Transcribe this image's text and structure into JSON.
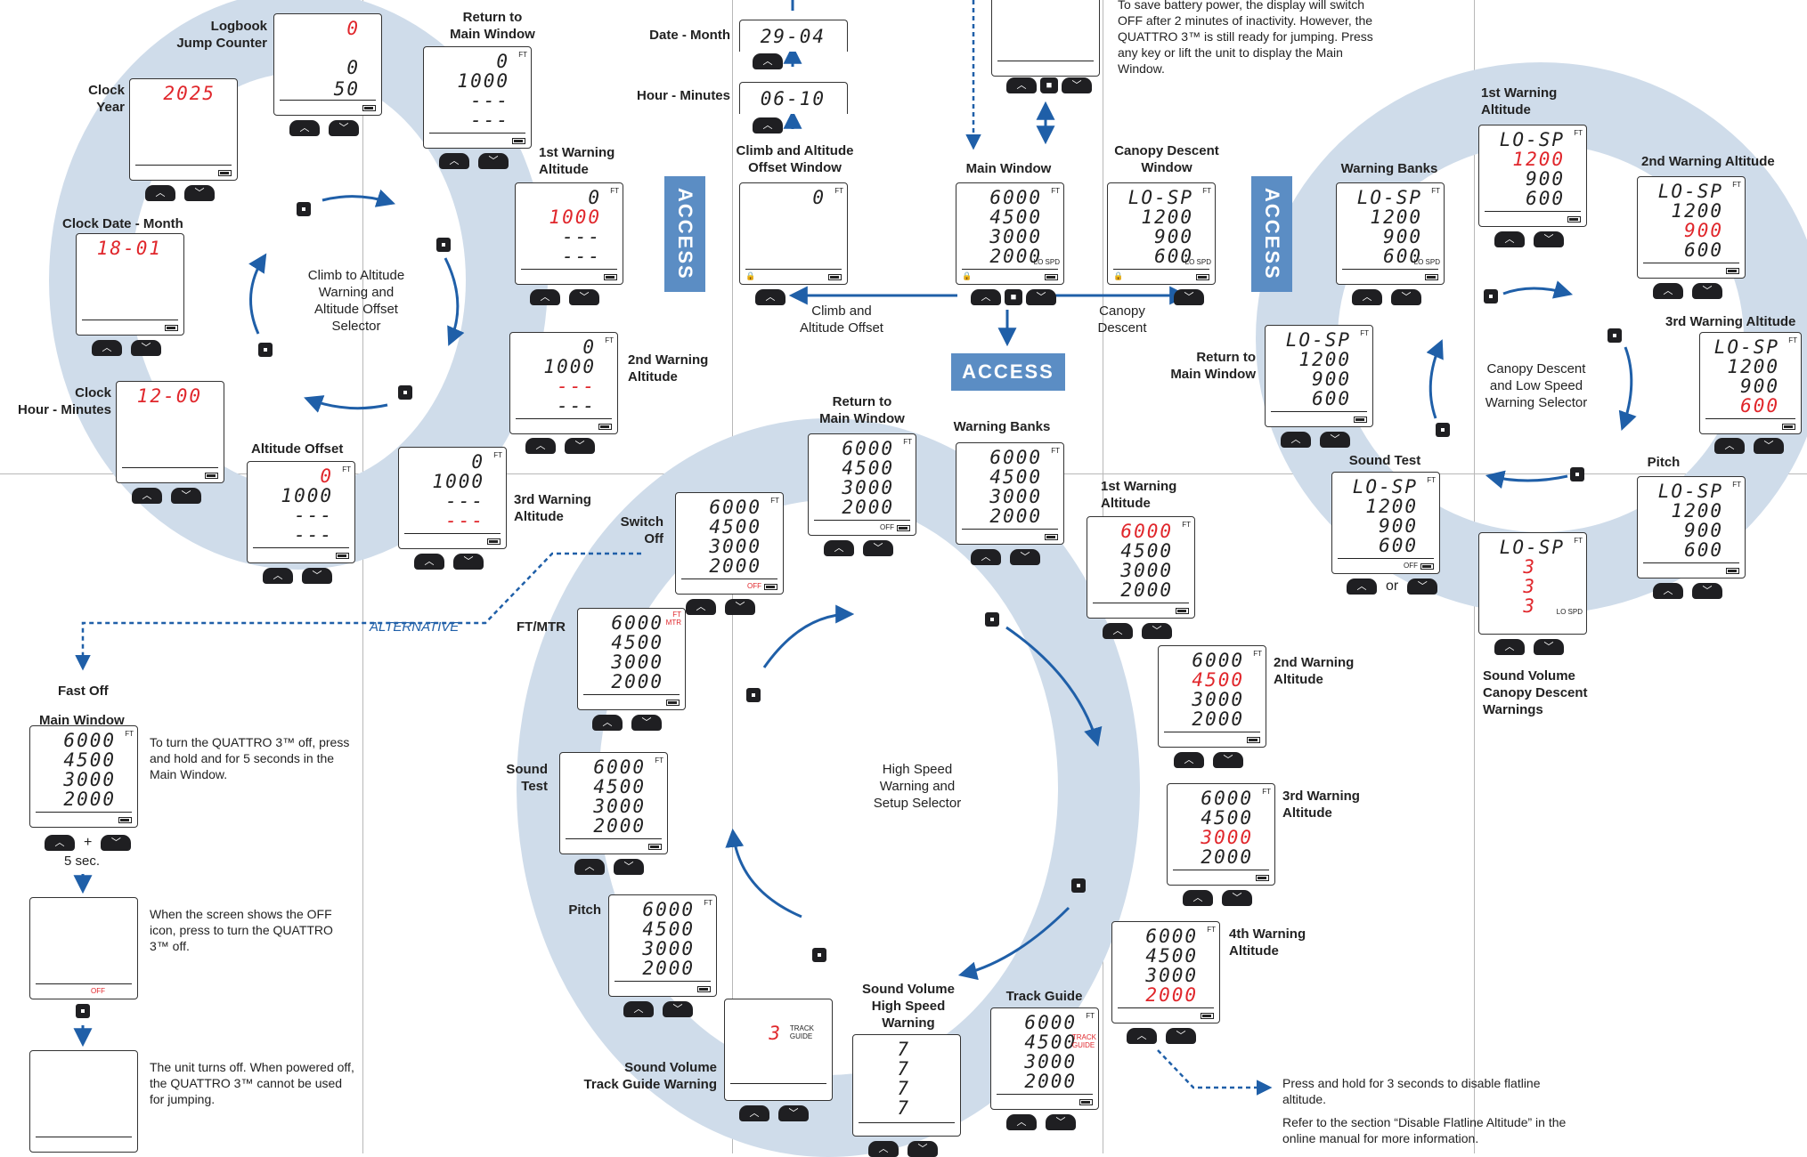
{
  "labels": {
    "logbook": "Logbook\nJump Counter",
    "return_main_tl": "Return to\nMain Window",
    "clock_year": "Clock\nYear",
    "first_warn_tl": "1st Warning\nAltitude",
    "clock_date": "Clock Date - Month",
    "second_warn_tl": "2nd Warning\nAltitude",
    "clock_hour": "Clock\nHour - Minutes",
    "altitude_offset": "Altitude Offset",
    "third_warn_tl": "3rd Warning\nAltitude",
    "date_month": "Date - Month",
    "hour_minutes": "Hour - Minutes",
    "climb_window": "Climb and Altitude\nOffset Window",
    "main_window": "Main Window",
    "canopy_window": "Canopy Descent\nWindow",
    "climb_arrow": "Climb and\nAltitude Offset",
    "canopy_arrow": "Canopy\nDescent",
    "warning_banks_tr": "Warning Banks",
    "first_warn_tr": "1st Warning\nAltitude",
    "second_warn_tr": "2nd Warning Altitude",
    "third_warn_tr": "3rd Warning Altitude",
    "return_main_tr": "Return to\nMain Window",
    "pitch_tr": "Pitch",
    "sound_test_tr": "Sound Test",
    "sound_vol_canopy": "Sound Volume\nCanopy Descent\nWarnings",
    "or": "or",
    "return_main_c": "Return to\nMain Window",
    "warning_banks_c": "Warning Banks",
    "first_warn_c": "1st Warning\nAltitude",
    "switch_off": "Switch\nOff",
    "ftmtr": "FT/MTR",
    "second_warn_c": "2nd Warning\nAltitude",
    "third_warn_c": "3rd Warning\nAltitude",
    "sound_test_c": "Sound\nTest",
    "fourth_warn_c": "4th Warning\nAltitude",
    "pitch_c": "Pitch",
    "sound_vol_high": "Sound Volume\nHigh Speed\nWarning",
    "track_guide": "Track Guide",
    "sound_vol_track": "Sound Volume\nTrack Guide Warning",
    "alternative": "ALTERNATIVE",
    "fast_off": "Fast Off",
    "main_window_ff": "Main Window",
    "five_sec": "5 sec.",
    "plus": "+"
  },
  "centers": {
    "climb_selector": "Climb to Altitude\nWarning and\nAltitude Offset\nSelector",
    "canopy_selector": "Canopy Descent\nand Low Speed\nWarning Selector",
    "highspeed_selector": "High Speed\nWarning and\nSetup Selector"
  },
  "access": [
    "ACCESS",
    "ACCESS",
    "ACCESS"
  ],
  "texts": {
    "battery_note": "To save battery power, the display will switch OFF after 2 minutes of inactivity. However, the QUATTRO 3™ is still ready for jumping. Press any key or lift the unit to display the Main Window.",
    "fastoff_1": "To turn the QUATTRO 3™ off, press and hold  and  for 5 seconds in the Main Window.",
    "fastoff_2": "When the screen shows the OFF icon, press  to turn the QUATTRO 3™ off.",
    "fastoff_3": "The unit turns off. When powered off, the QUATTRO 3™ cannot be used for jumping.",
    "flatline_1": "Press and hold  for 3 seconds to disable flatline altitude.",
    "flatline_2": "Refer to the section “Disable Flatline Altitude” in the online manual for more information."
  },
  "displays": {
    "logbook": [
      "0",
      "0",
      "50"
    ],
    "clock_year": "2025",
    "clock_date": "18-01",
    "clock_hour": "12-00",
    "date_month": "29-04",
    "hour_minutes": "06-10",
    "main": [
      "6000",
      "4500",
      "3000",
      "2000"
    ],
    "bank": [
      "LO-SP",
      "1200",
      "900",
      "600"
    ],
    "climb": [
      "0",
      "1000",
      "---",
      "---"
    ],
    "ft": "FT",
    "mtr": "MTR",
    "lospd": "LO SPD",
    "off": "OFF",
    "track_guide_tag": "TRACK\nGUIDE",
    "vol_3": "3",
    "vol_7": "7"
  },
  "colors": {
    "ring": "#cfdcea",
    "accent": "#1f5fa8",
    "access": "#5b8dc4",
    "highlight": "#e0262b"
  }
}
